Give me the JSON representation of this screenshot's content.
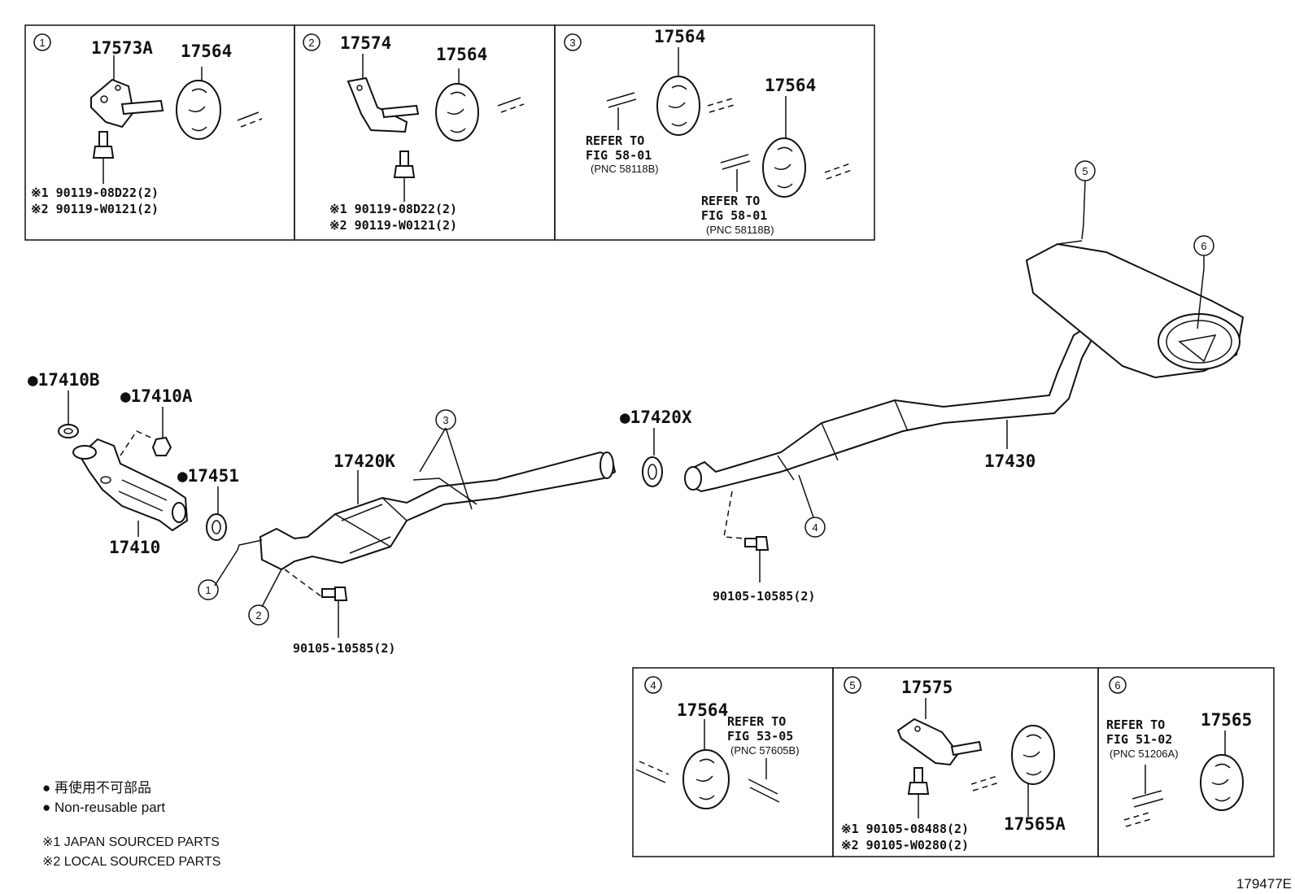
{
  "diagram_id": "179477E",
  "parts": {
    "p17410": "17410",
    "p17410A": "●17410A",
    "p17410B": "●17410B",
    "p17451": "●17451",
    "p17420K": "17420K",
    "p17420X": "●17420X",
    "p17430": "17430",
    "bolt_left": "90105-10585(2)",
    "bolt_right": "90105-10585(2)"
  },
  "callouts": [
    "1",
    "2",
    "3",
    "4",
    "5",
    "6"
  ],
  "detail_boxes": {
    "box1": {
      "num": "1",
      "bracket": "17573A",
      "insulator": "17564",
      "bolt_jp": "※1 90119-08D22(2)",
      "bolt_lc": "※2 90119-W0121(2)"
    },
    "box2": {
      "num": "2",
      "bracket": "17574",
      "insulator": "17564",
      "bolt_jp": "※1 90119-08D22(2)",
      "bolt_lc": "※2 90119-W0121(2)"
    },
    "box3": {
      "num": "3",
      "insulator_a": "17564",
      "insulator_b": "17564",
      "ref_a1": "REFER TO",
      "ref_a2": "FIG 58-01",
      "ref_a3": "(PNC 58118B)",
      "ref_b1": "REFER TO",
      "ref_b2": "FIG 58-01",
      "ref_b3": "(PNC 58118B)"
    },
    "box4": {
      "num": "4",
      "insulator": "17564",
      "ref1": "REFER TO",
      "ref2": "FIG 53-05",
      "ref3": "(PNC 57605B)"
    },
    "box5": {
      "num": "5",
      "bracket": "17575",
      "insulator": "17565A",
      "bolt_jp": "※1 90105-08488(2)",
      "bolt_lc": "※2 90105-W0280(2)"
    },
    "box6": {
      "num": "6",
      "insulator": "17565",
      "ref1": "REFER TO",
      "ref2": "FIG 51-02",
      "ref3": "(PNC 51206A)"
    }
  },
  "legend": {
    "jp": "● 再使用不可部品",
    "en": "● Non-reusable part",
    "note1": "※1 JAPAN SOURCED PARTS",
    "note2": "※2 LOCAL SOURCED PARTS"
  }
}
